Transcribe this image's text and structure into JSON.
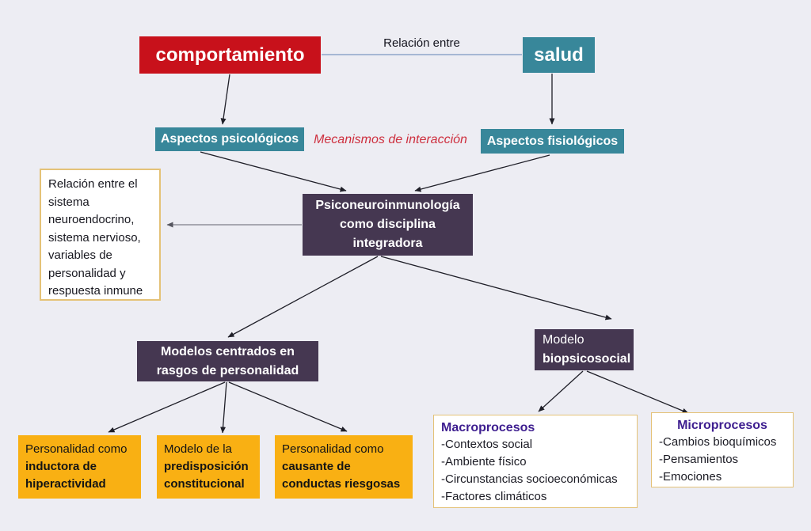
{
  "diagram": {
    "top": {
      "comportamiento": "comportamiento",
      "link_label": "Relación entre",
      "salud": "salud"
    },
    "level2": {
      "aspectos_psicologicos": "Aspectos psicológicos",
      "mecanismos": "Mecanismos de interacción",
      "aspectos_fisiologicos": "Aspectos fisiológicos"
    },
    "definition_box": "Relación entre el sistema neuroendocrino, sistema nervioso, variables de personalidad y respuesta inmune",
    "central": "Psiconeuroinmunología como disciplina integradora",
    "modelos_rasgos": "Modelos centrados en rasgos de personalidad",
    "modelo_biopsicosocial": {
      "line1": "Modelo",
      "line2": "biopsicosocial"
    },
    "orange_boxes": [
      {
        "intro": "Personalidad como",
        "bold": "inductora de hiperactividad"
      },
      {
        "intro": "Modelo de la",
        "bold": "predisposición constitucional"
      },
      {
        "intro": "Personalidad como",
        "bold": "causante de conductas riesgosas"
      }
    ],
    "macroprocesos": {
      "title": "Macroprocesos",
      "items": [
        "-Contextos social",
        "-Ambiente físico",
        "-Circunstancias socioeconómicas",
        "-Factores climáticos"
      ]
    },
    "microprocesos": {
      "title": "Microprocesos",
      "items": [
        "-Cambios bioquímicos",
        "-Pensamientos",
        "-Emociones"
      ]
    }
  },
  "colors": {
    "background": "#EDEDF3",
    "red": "#C8111B",
    "teal": "#38879A",
    "purple": "#453751",
    "orange": "#F9B013",
    "box_border": "#E4C277",
    "accent_text": "#3D1D8F",
    "mecanismos_red": "#CE2F3E",
    "link_blue": "#7D97C2"
  }
}
